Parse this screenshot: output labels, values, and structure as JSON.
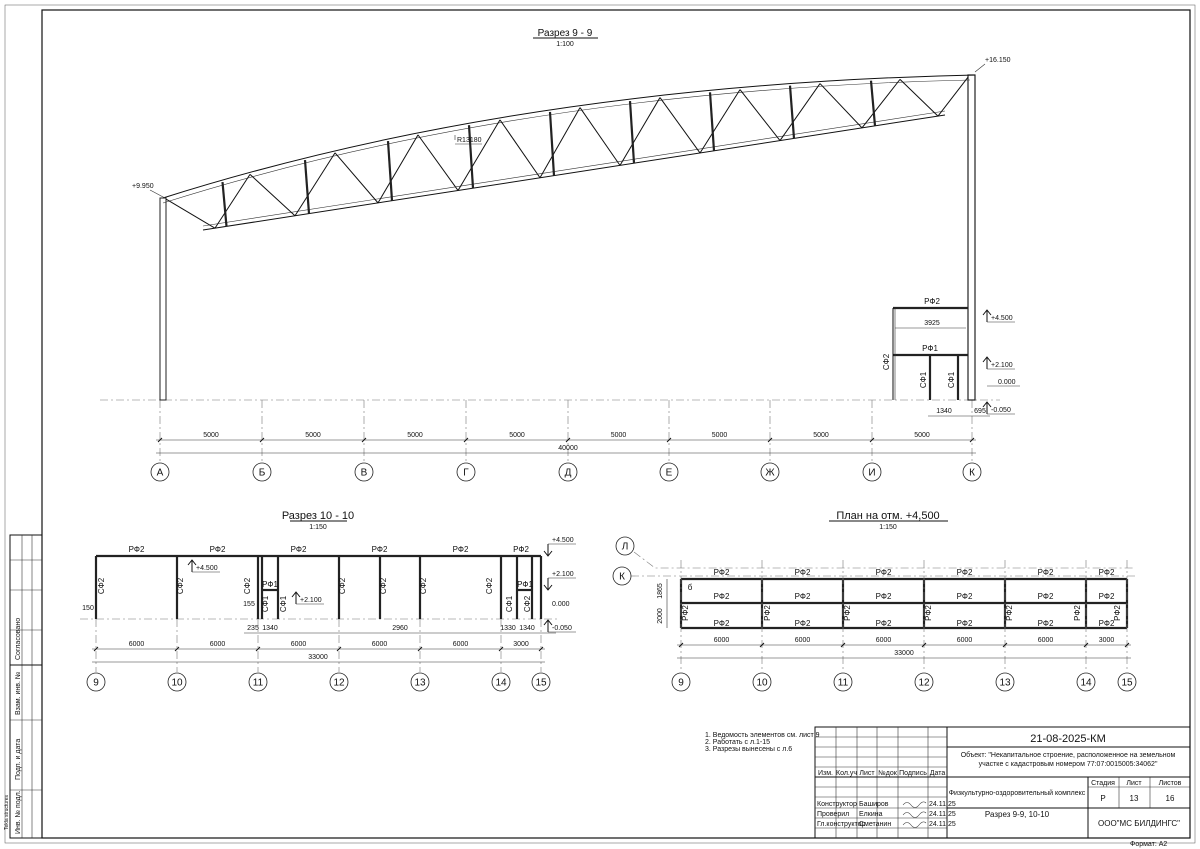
{
  "section_9_9": {
    "title": "Разрез 9 - 9",
    "scale": "1:100",
    "radius_label": "R13180",
    "elev_left": "+9.950",
    "elev_right": "+16.150",
    "elev_4500": "+4.500",
    "elev_2100": "+2.100",
    "elev_0": "0.000",
    "elev_neg": "-0.050",
    "beam_top": "РФ2",
    "beam_mid": "РФ1",
    "post_outer": "СФ2",
    "post_a": "СФ1",
    "post_b": "СФ1",
    "dim_platform": "3925",
    "dim_1340": "1340",
    "dim_695": "695",
    "bay_dims": [
      "5000",
      "5000",
      "5000",
      "5000",
      "5000",
      "5000",
      "5000",
      "5000"
    ],
    "total_dim": "40000",
    "axes": [
      "А",
      "Б",
      "В",
      "Г",
      "Д",
      "Е",
      "Ж",
      "И",
      "К"
    ]
  },
  "section_10_10": {
    "title": "Разрез 10 - 10",
    "scale": "1:150",
    "beam_labels": [
      "РФ2",
      "РФ2",
      "РФ2",
      "РФ2",
      "РФ2",
      "РФ2"
    ],
    "post_labels": [
      "СФ2",
      "СФ2",
      "СФ2",
      "СФ1",
      "СФ1",
      "СФ2",
      "СФ2",
      "СФ2",
      "СФ2",
      "СФ1",
      "СФ2"
    ],
    "rf1_labels": [
      "РФ1",
      "РФ1"
    ],
    "inner_elev_4500": "+4.500",
    "inner_elev_2100": "+2.100",
    "elev_4500": "+4.500",
    "elev_2100": "+2.100",
    "elev_0": "0.000",
    "elev_neg": "-0.050",
    "small_dims": [
      "150",
      "155",
      "235",
      "1340",
      "2960",
      "1330",
      "1340"
    ],
    "bay_dims": [
      "6000",
      "6000",
      "6000",
      "6000",
      "6000",
      "3000"
    ],
    "total_dim": "33000",
    "axes": [
      "9",
      "10",
      "11",
      "12",
      "13",
      "14",
      "15"
    ]
  },
  "plan_4500": {
    "title": "План на отм. +4,500",
    "scale": "1:150",
    "row_axes": [
      "Л",
      "К"
    ],
    "beam_labels_top": [
      "РФ2",
      "РФ2",
      "РФ2",
      "РФ2",
      "РФ2",
      "РФ2"
    ],
    "beam_labels_mid": [
      "РФ2",
      "РФ2",
      "РФ2",
      "РФ2",
      "РФ2",
      "РФ2"
    ],
    "beam_labels_bot": [
      "РФ2",
      "РФ2",
      "РФ2",
      "РФ2",
      "РФ2",
      "РФ2"
    ],
    "vert_labels": [
      "РФ2",
      "РФ2",
      "РФ2",
      "РФ2",
      "РФ2",
      "РФ2",
      "РФ2"
    ],
    "mark_b": "б",
    "dim_1865": "1865",
    "dim_2000": "2000",
    "bay_dims": [
      "6000",
      "6000",
      "6000",
      "6000",
      "6000",
      "3000"
    ],
    "total_dim": "33000",
    "axes": [
      "9",
      "10",
      "11",
      "12",
      "13",
      "14",
      "15"
    ]
  },
  "notes": [
    "1. Ведомость элементов см. лист 9",
    "2. Работать с л.1-15",
    "3. Разрезы вынесены с л.6"
  ],
  "title_block": {
    "code": "21-08-2025-КМ",
    "object_line1": "Объект: \"Некапитальное строение, расположенное на земельном",
    "object_line2": "участке с кадастровым номером 77:07:0015005:34062\"",
    "headers": [
      "Изм.",
      "Кол.уч",
      "Лист",
      "№док",
      "Подпись",
      "Дата"
    ],
    "building": "Физкультурно-оздоровительный комплекс",
    "sheet_title": "Разрез 9-9, 10-10",
    "stage_label": "Стадия",
    "sheet_label": "Лист",
    "sheets_label": "Листов",
    "stage": "Р",
    "sheet": "13",
    "sheets": "16",
    "company": "ООО\"МС БИЛДИНГС\"",
    "people": [
      {
        "role": "Конструктор",
        "name": "Баширов",
        "date": "24.11.25"
      },
      {
        "role": "Проверил",
        "name": "Елкина",
        "date": "24.11.25"
      },
      {
        "role": "Гл.конструктор",
        "name": "Сметанин",
        "date": "24.11.25"
      }
    ]
  },
  "side_stamp": {
    "agreed": "Согласовано",
    "inv_replace": "Взам. инв. №",
    "sign_date": "Подп. и дата",
    "inv_orig": "Инв. № подл.",
    "software": "Tekla structures"
  },
  "format": "Формат: А2"
}
